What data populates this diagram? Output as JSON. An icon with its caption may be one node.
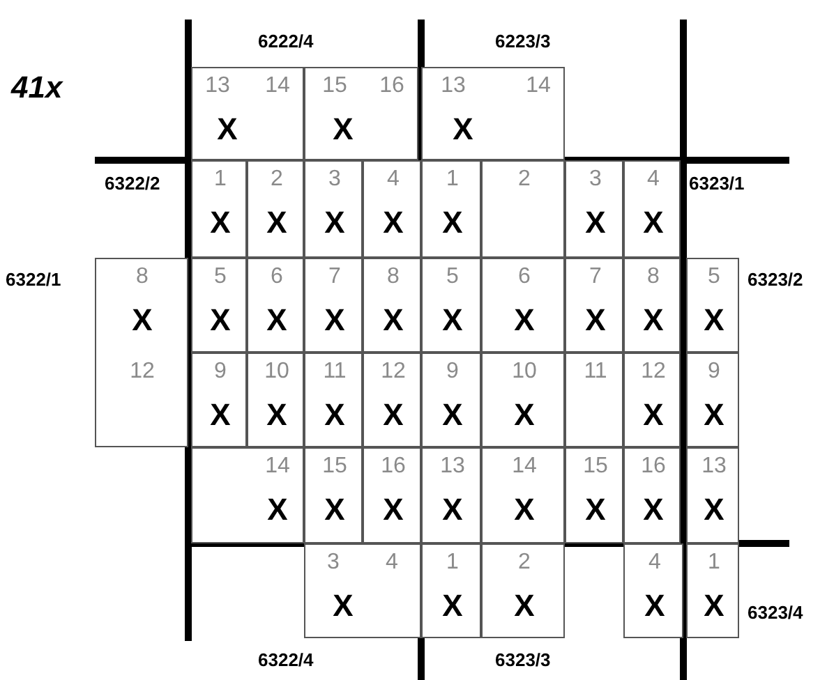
{
  "diagram": {
    "nodes": [
      {
        "text": [
          "13",
          "14",
          "X"
        ]
      },
      {
        "text": [
          "15",
          "16",
          "X"
        ]
      },
      {
        "text": [
          "13",
          "14",
          "X"
        ]
      },
      {
        "text": [
          "1",
          "X"
        ]
      },
      {
        "text": [
          "2",
          "X"
        ]
      },
      {
        "text": [
          "3",
          "X"
        ]
      },
      {
        "text": [
          "4",
          "X"
        ]
      },
      {
        "text": [
          "1",
          "X"
        ]
      },
      {
        "text": [
          "2"
        ]
      },
      {
        "text": [
          "3",
          "X"
        ]
      },
      {
        "text": [
          "4",
          "X"
        ]
      },
      {
        "text": [
          "8",
          "X",
          "12"
        ]
      },
      {
        "text": [
          "5",
          "X"
        ]
      },
      {
        "text": [
          "6",
          "X"
        ]
      },
      {
        "text": [
          "7",
          "X"
        ]
      },
      {
        "text": [
          "8",
          "X"
        ]
      },
      {
        "text": [
          "5",
          "X"
        ]
      },
      {
        "text": [
          "6",
          "X"
        ]
      },
      {
        "text": [
          "7",
          "X"
        ]
      },
      {
        "text": [
          "8",
          "X"
        ]
      },
      {
        "text": [
          "5",
          "X"
        ]
      },
      {
        "text": [
          "9",
          "X"
        ]
      },
      {
        "text": [
          "10",
          "X"
        ]
      },
      {
        "text": [
          "11",
          "X"
        ]
      },
      {
        "text": [
          "12",
          "X"
        ]
      },
      {
        "text": [
          "9",
          "X"
        ]
      },
      {
        "text": [
          "10",
          "X"
        ]
      },
      {
        "text": [
          "11"
        ]
      },
      {
        "text": [
          "12",
          "X"
        ]
      },
      {
        "text": [
          "9",
          "X"
        ]
      },
      {
        "text": [
          "14",
          "X"
        ]
      },
      {
        "text": [
          "15",
          "X"
        ]
      },
      {
        "text": [
          "16",
          "X"
        ]
      },
      {
        "text": [
          "13",
          "X"
        ]
      },
      {
        "text": [
          "14",
          "X"
        ]
      },
      {
        "text": [
          "15",
          "X"
        ]
      },
      {
        "text": [
          "16",
          "X"
        ]
      },
      {
        "text": [
          "13",
          "X"
        ]
      },
      {
        "text": [
          "3",
          "4",
          "X"
        ]
      },
      {
        "text": [
          "1",
          "X"
        ]
      },
      {
        "text": [
          "2",
          "X"
        ]
      },
      {
        "text": [
          "4",
          "X"
        ]
      },
      {
        "text": [
          "1",
          "X"
        ]
      }
    ],
    "labels": [
      "6222/4",
      "6223/3",
      "41x",
      "6322/2",
      "6323/1",
      "6322/1",
      "6323/2",
      "6323/4",
      "6322/4",
      "6323/3"
    ]
  }
}
